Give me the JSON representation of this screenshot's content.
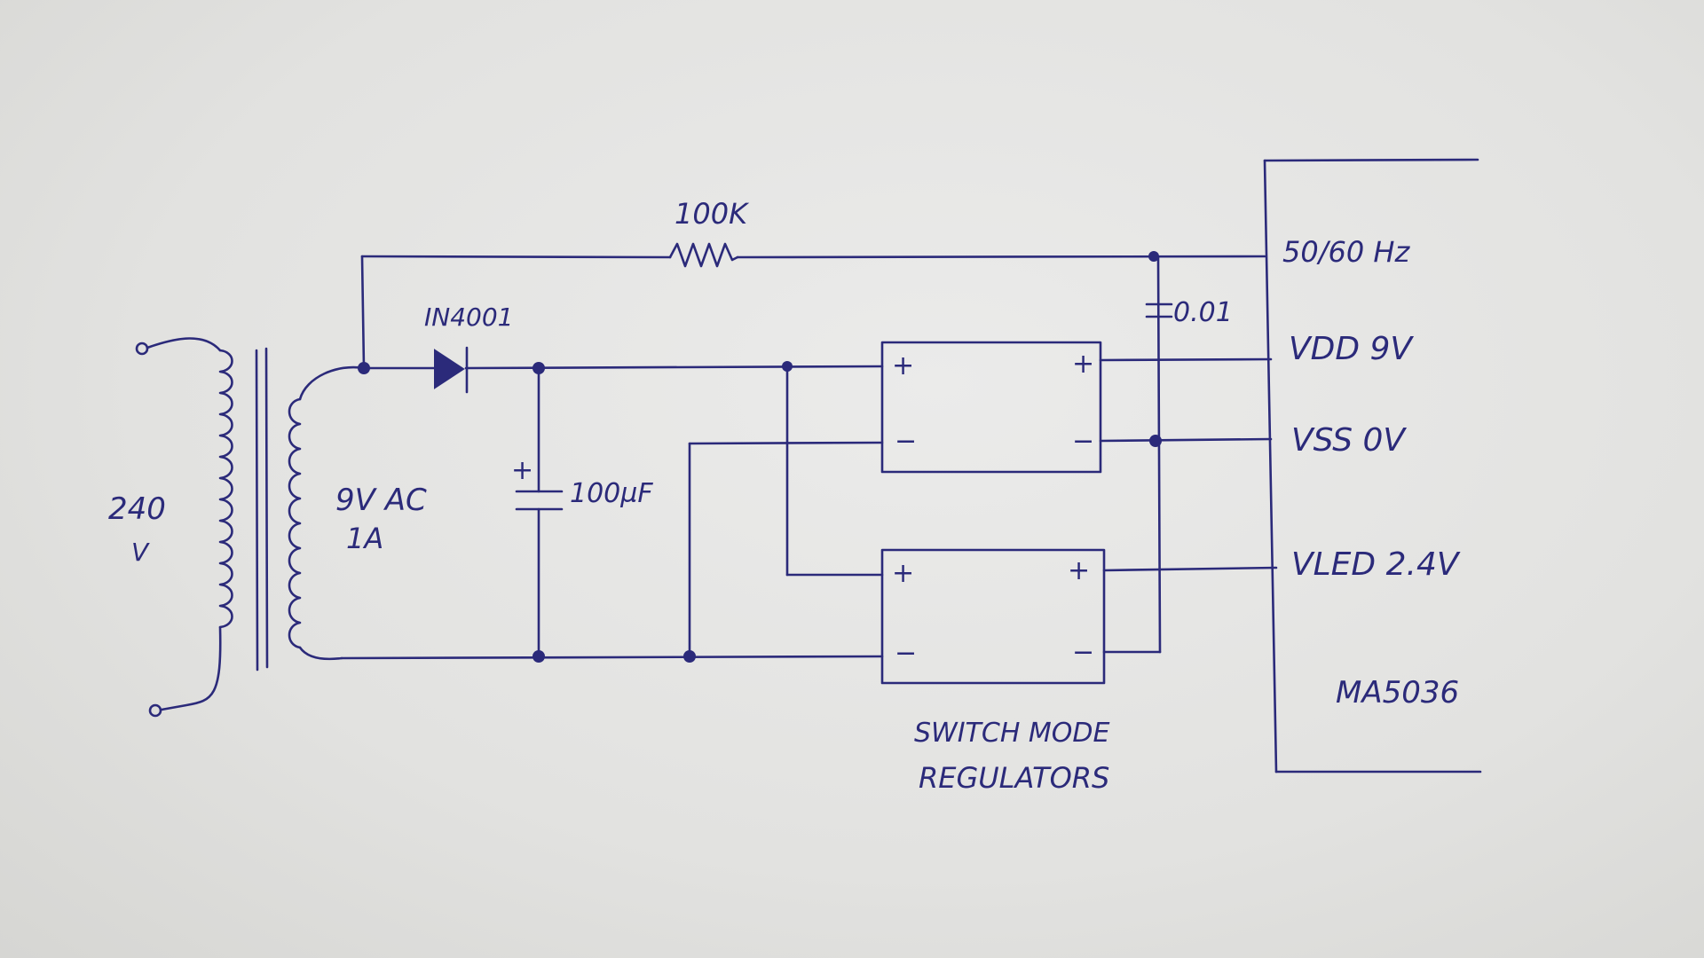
{
  "labels": {
    "resistor": "100K",
    "diode": "IN4001",
    "capacitor_small": "0.01",
    "capacitor_large": "100µF",
    "cap_plus": "+",
    "supply_voltage_top": "240",
    "supply_voltage_unit": "V",
    "secondary_voltage": "9V AC",
    "secondary_current": "1A",
    "reg1_in_plus": "+",
    "reg1_in_minus": "−",
    "reg1_out_plus": "+",
    "reg1_out_minus": "−",
    "reg2_in_plus": "+",
    "reg2_in_minus": "−",
    "reg2_out_plus": "+",
    "reg2_out_minus": "−",
    "regulators_line1": "SWITCH MODE",
    "regulators_line2": "REGULATORS",
    "pin_freq": "50/60 Hz",
    "pin_vdd": "VDD 9V",
    "pin_vss": "VSS 0V",
    "pin_vled": "VLED 2.4V",
    "ic_name": "MA5036"
  },
  "colors": {
    "ink": "#2b2a7a",
    "paper": "#e4e4e2"
  }
}
